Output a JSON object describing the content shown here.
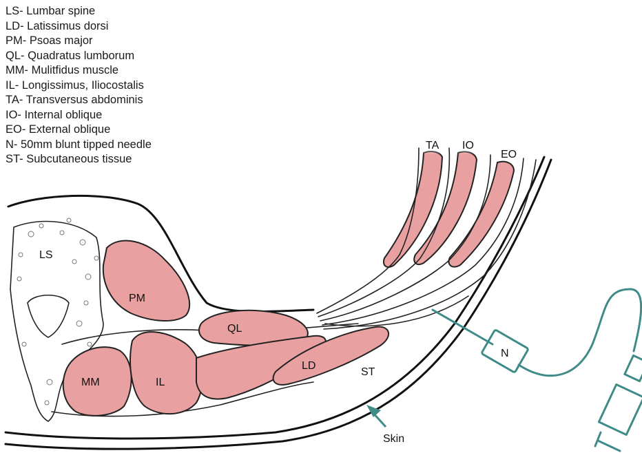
{
  "legend": [
    "LS- Lumbar spine",
    "LD- Latissimus dorsi",
    "PM- Psoas major",
    "QL- Quadratus lumborum",
    "MM- Mulitfidus muscle",
    "IL- Longissimus, Iliocostalis",
    "TA- Transversus abdominis",
    "IO- Internal oblique",
    "EO- External oblique",
    "N- 50mm blunt tipped needle",
    "ST- Subcutaneous tissue"
  ],
  "labels": {
    "ls": "LS",
    "pm": "PM",
    "ql": "QL",
    "mm": "MM",
    "il": "IL",
    "ld": "LD",
    "st": "ST",
    "ta": "TA",
    "io": "IO",
    "eo": "EO",
    "needle": "N",
    "skin": "Skin"
  },
  "colors": {
    "muscle": "#e8a0a0",
    "outline": "#111111",
    "needle": "#3f8b88"
  }
}
